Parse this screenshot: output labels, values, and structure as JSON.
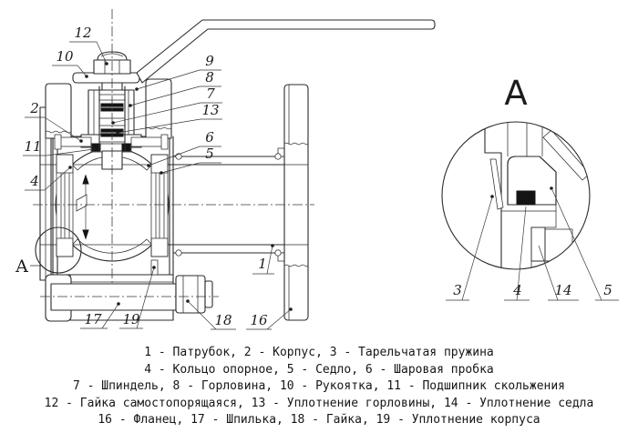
{
  "colors": {
    "line": "#2b2b2b",
    "background": "#ffffff",
    "seal_black": "#141414"
  },
  "main_view": {
    "detail_marker": "A",
    "callouts": [
      "12",
      "10",
      "9",
      "8",
      "7",
      "13",
      "6",
      "5",
      "2",
      "11",
      "4",
      "17",
      "19",
      "18",
      "16",
      "1"
    ]
  },
  "detail_view": {
    "title": "A",
    "callouts": [
      "3",
      "4",
      "14",
      "5"
    ]
  },
  "legend": {
    "lines": [
      "1 - Патрубок, 2 - Корпус, 3 - Тарельчатая пружина",
      "4 - Кольцо опорное, 5 - Седло, 6 - Шаровая пробка",
      "7 - Шпиндель, 8 - Горловина, 10 - Рукоятка, 11 - Подшипник скольжения",
      "12 - Гайка самостопорящаяся, 13 - Уплотнение горловины, 14 - Уплотнение седла",
      "16 - Фланец, 17 - Шпилька, 18 - Гайка, 19 - Уплотнение корпуса"
    ]
  },
  "parts": {
    "1": "Патрубок",
    "2": "Корпус",
    "3": "Тарельчатая пружина",
    "4": "Кольцо опорное",
    "5": "Седло",
    "6": "Шаровая пробка",
    "7": "Шпиндель",
    "8": "Горловина",
    "10": "Рукоятка",
    "11": "Подшипник скольжения",
    "12": "Гайка самостопорящаяся",
    "13": "Уплотнение горловины",
    "14": "Уплотнение седла",
    "16": "Фланец",
    "17": "Шпилька",
    "18": "Гайка",
    "19": "Уплотнение корпуса"
  }
}
